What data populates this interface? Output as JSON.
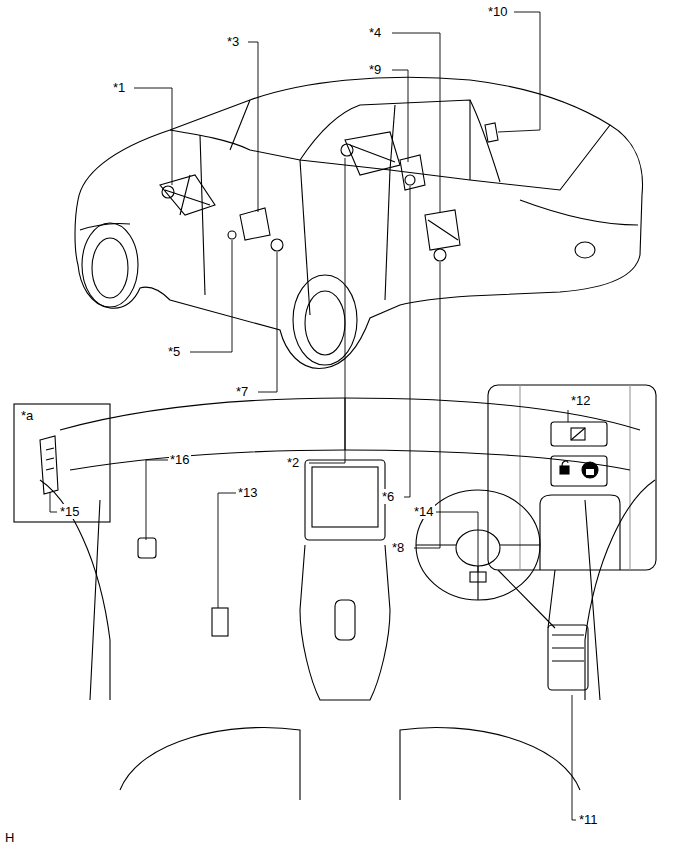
{
  "diagram": {
    "labels": [
      "*1",
      "*3",
      "*10",
      "*4",
      "*9",
      "*5",
      "*7",
      "*2",
      "*6",
      "*8",
      "*a",
      "*15",
      "*16",
      "*13",
      "*14",
      "*12",
      "*11",
      "H"
    ]
  }
}
